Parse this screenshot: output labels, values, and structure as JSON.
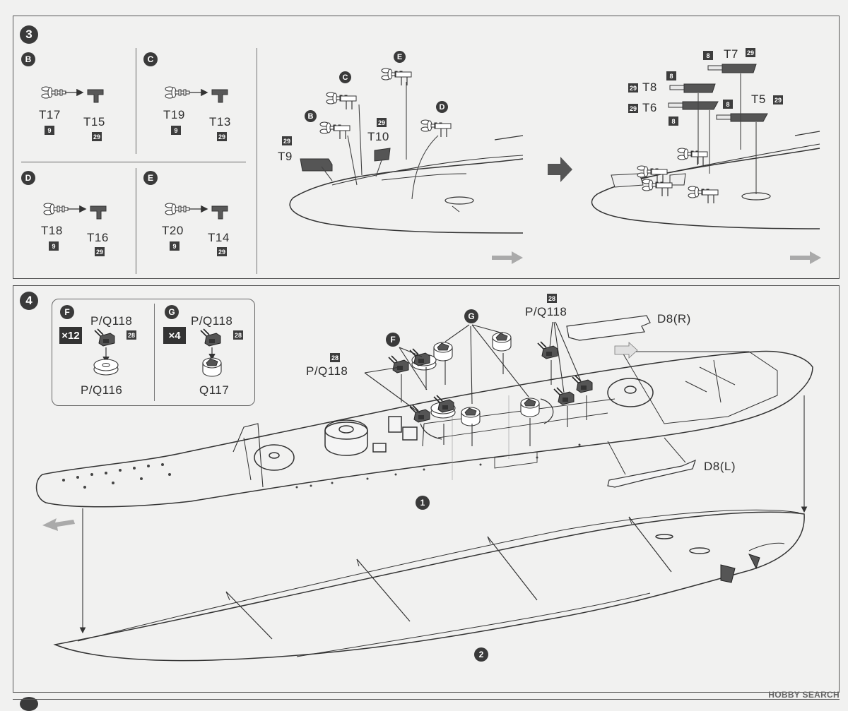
{
  "step3": {
    "number": "3",
    "cells": [
      {
        "letter": "B",
        "from_part": "T17",
        "from_runner": "9",
        "to_part": "T15",
        "to_runner": "29"
      },
      {
        "letter": "C",
        "from_part": "T19",
        "from_runner": "9",
        "to_part": "T13",
        "to_runner": "29"
      },
      {
        "letter": "D",
        "from_part": "T18",
        "from_runner": "9",
        "to_part": "T16",
        "to_runner": "29"
      },
      {
        "letter": "E",
        "from_part": "T20",
        "from_runner": "9",
        "to_part": "T14",
        "to_runner": "29"
      }
    ],
    "left_view": {
      "markers": [
        "C",
        "E",
        "B",
        "D"
      ],
      "parts": [
        {
          "part": "T9",
          "runner": "29"
        },
        {
          "part": "T10",
          "runner": "29"
        }
      ]
    },
    "right_view": {
      "parts": [
        {
          "part": "T7",
          "runner_a": "8",
          "runner_b": "29"
        },
        {
          "part": "T8",
          "runner_a": "29",
          "runner_b": "8"
        },
        {
          "part": "T6",
          "runner_a": "29",
          "runner_b": "8"
        },
        {
          "part": "T5",
          "runner_a": "8",
          "runner_b": "29"
        }
      ]
    }
  },
  "step4": {
    "number": "4",
    "inset": [
      {
        "letter": "F",
        "qty": "×12",
        "top_part": "P/Q118",
        "top_runner": "28",
        "bottom_part": "P/Q116"
      },
      {
        "letter": "G",
        "qty": "×4",
        "top_part": "P/Q118",
        "top_runner": "28",
        "bottom_part": "Q117"
      }
    ],
    "callouts": {
      "g_marker": "G",
      "f_marker": "F",
      "left_part": "P/Q118",
      "left_runner": "28",
      "right_part": "P/Q118",
      "right_runner": "28",
      "d8r": "D8(R)",
      "d8l": "D8(L)"
    },
    "assembly": {
      "deck": "1",
      "hull": "2"
    }
  },
  "watermark": "HOBBY SEARCH",
  "colors": {
    "ink": "#2b2b2b",
    "paper": "#f1f1f0",
    "part_fill": "#555555",
    "marker": "#3a3a3a"
  }
}
